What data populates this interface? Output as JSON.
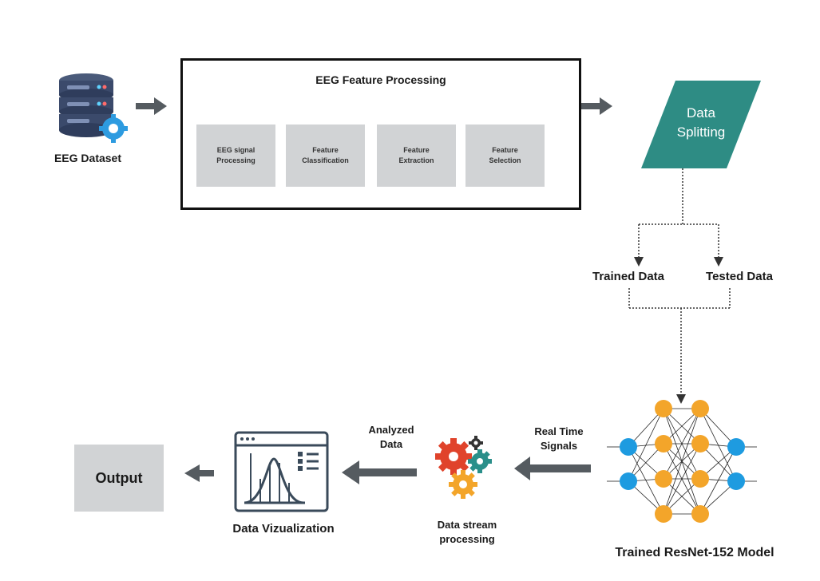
{
  "dataset": {
    "label": "EEG Dataset"
  },
  "feature_processing": {
    "title": "EEG Feature Processing",
    "steps": [
      {
        "line1": "EEG signal",
        "line2": "Processing"
      },
      {
        "line1": "Feature",
        "line2": "Classification"
      },
      {
        "line1": "Feature",
        "line2": "Extraction"
      },
      {
        "line1": "Feature",
        "line2": "Selection"
      }
    ]
  },
  "splitting": {
    "line1": "Data",
    "line2": "Splitting",
    "fill_color": "#2e8c84"
  },
  "split_outputs": {
    "trained": "Trained Data",
    "tested": "Tested Data"
  },
  "model": {
    "label": "Trained ResNet-152 Model",
    "input_color": "#1e9be0",
    "hidden_color": "#f3a52a"
  },
  "stream": {
    "edge_label_line1": "Real Time",
    "edge_label_line2": "Signals",
    "label_line1": "Data stream",
    "label_line2": "processing"
  },
  "analyzed": {
    "line1": "Analyzed",
    "line2": "Data"
  },
  "visualization": {
    "label": "Data Vizualization"
  },
  "output": {
    "label": "Output"
  },
  "colors": {
    "arrow": "#555b60",
    "box_gray": "#d1d3d5"
  }
}
